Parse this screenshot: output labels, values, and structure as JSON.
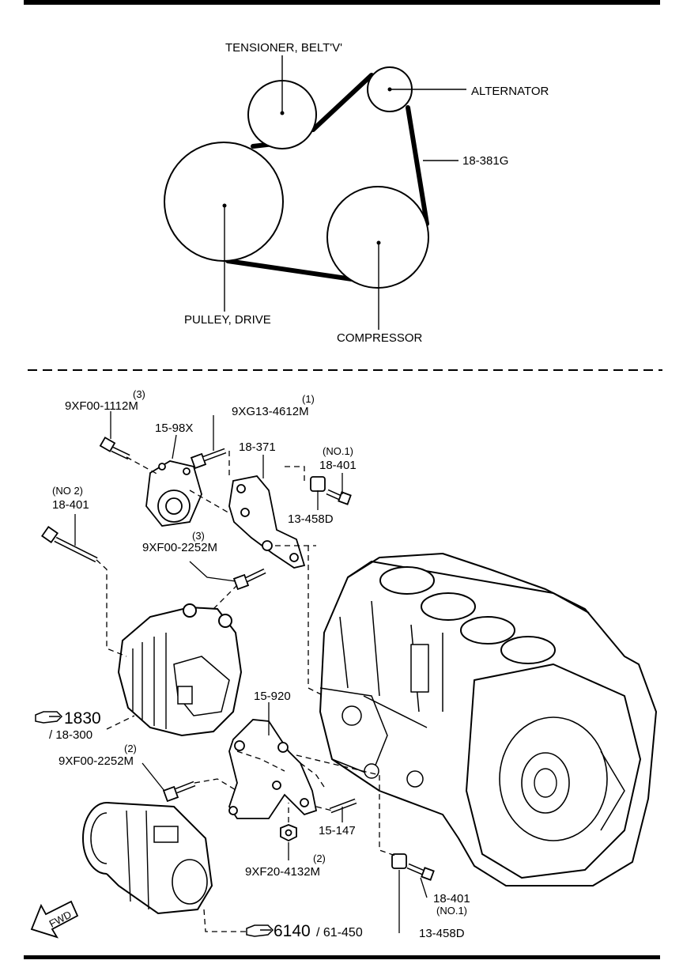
{
  "belt_diagram": {
    "tensioner_label": "TENSIONER, BELT'V'",
    "alternator_label": "ALTERNATOR",
    "belt_label": "18-381G",
    "pulley_drive_label": "PULLEY, DRIVE",
    "compressor_label": "COMPRESSOR"
  },
  "exploded_view": {
    "bolt_tensioner": {
      "qty": "(3)",
      "part": "9XF00-1112M"
    },
    "tensioner_unit": "15-98X",
    "bolt_bracket_top": {
      "qty": "(1)",
      "part": "9XG13-4612M"
    },
    "bracket_upper": "18-371",
    "bolt_no1_upper": {
      "note": "(NO.1)",
      "part": "18-401"
    },
    "bushing_upper": "13-458D",
    "bolt_no2": {
      "note": "(NO 2)",
      "part": "18-401"
    },
    "bolt_bracket_lower": {
      "qty": "(3)",
      "part": "9XF00-2252M"
    },
    "alternator_ref": {
      "fig": "1830",
      "sub": "/ 18-300"
    },
    "bracket_lower": "15-920",
    "bolt_compressor": {
      "qty": "(2)",
      "part": "9XF00-2252M"
    },
    "stud": "15-147",
    "nut": {
      "qty": "(2)",
      "part": "9XF20-4132M"
    },
    "bolt_no1_lower": {
      "part": "18-401",
      "note": "(NO.1)"
    },
    "bushing_lower": "13-458D",
    "compressor_ref": {
      "fig": "6140",
      "sub": "/ 61-450"
    },
    "fwd_label": "FWD"
  }
}
